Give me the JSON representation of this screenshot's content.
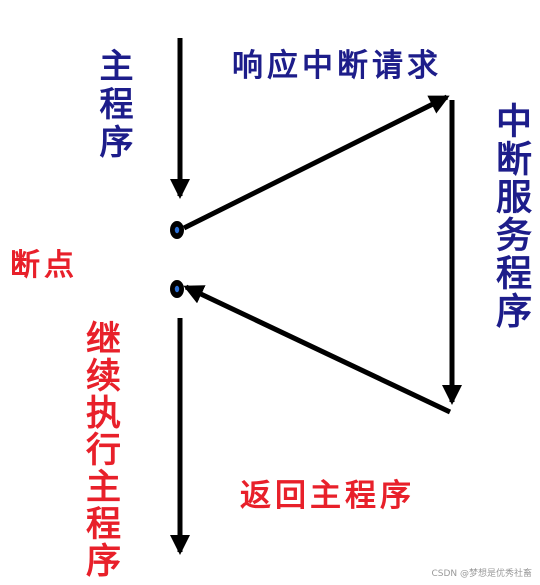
{
  "labels": {
    "main_program": "主程序",
    "respond_interrupt": "响应中断请求",
    "interrupt_service_routine": "中断服务程序",
    "breakpoint": "断点",
    "continue_main": "继续执行主程序",
    "return_main": "返回主程序"
  },
  "watermark": "CSDN @梦想是优秀社畜",
  "colors": {
    "blue_text": "#1d1d8a",
    "red_text": "#e8202a",
    "arrow": "#000000",
    "dot_center": "#2a6fd6"
  }
}
